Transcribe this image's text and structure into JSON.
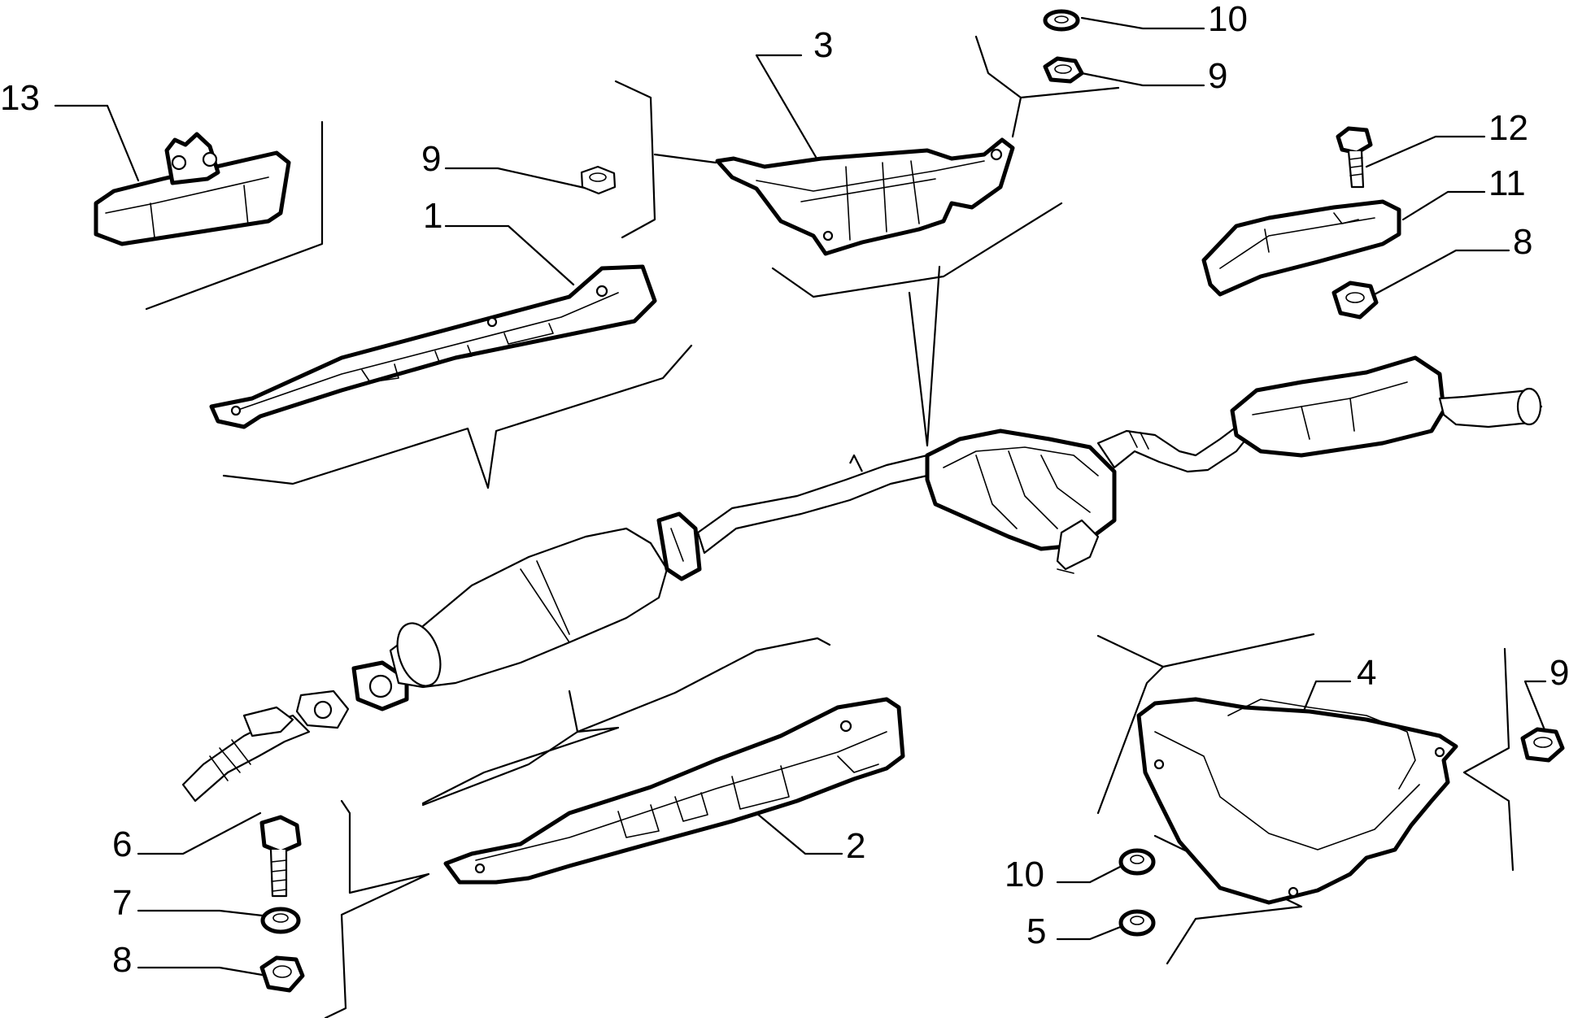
{
  "callouts": [
    {
      "id": "13",
      "label": "13"
    },
    {
      "id": "1",
      "label": "1"
    },
    {
      "id": "9a",
      "label": "9"
    },
    {
      "id": "3",
      "label": "3"
    },
    {
      "id": "10a",
      "label": "10"
    },
    {
      "id": "9b",
      "label": "9"
    },
    {
      "id": "12",
      "label": "12"
    },
    {
      "id": "11",
      "label": "11"
    },
    {
      "id": "8a",
      "label": "8"
    },
    {
      "id": "4",
      "label": "4"
    },
    {
      "id": "9c",
      "label": "9"
    },
    {
      "id": "2",
      "label": "2"
    },
    {
      "id": "6",
      "label": "6"
    },
    {
      "id": "7",
      "label": "7"
    },
    {
      "id": "8b",
      "label": "8"
    },
    {
      "id": "10b",
      "label": "10"
    },
    {
      "id": "5",
      "label": "5"
    }
  ],
  "colors": {
    "line": "#000000",
    "background": "#ffffff"
  }
}
